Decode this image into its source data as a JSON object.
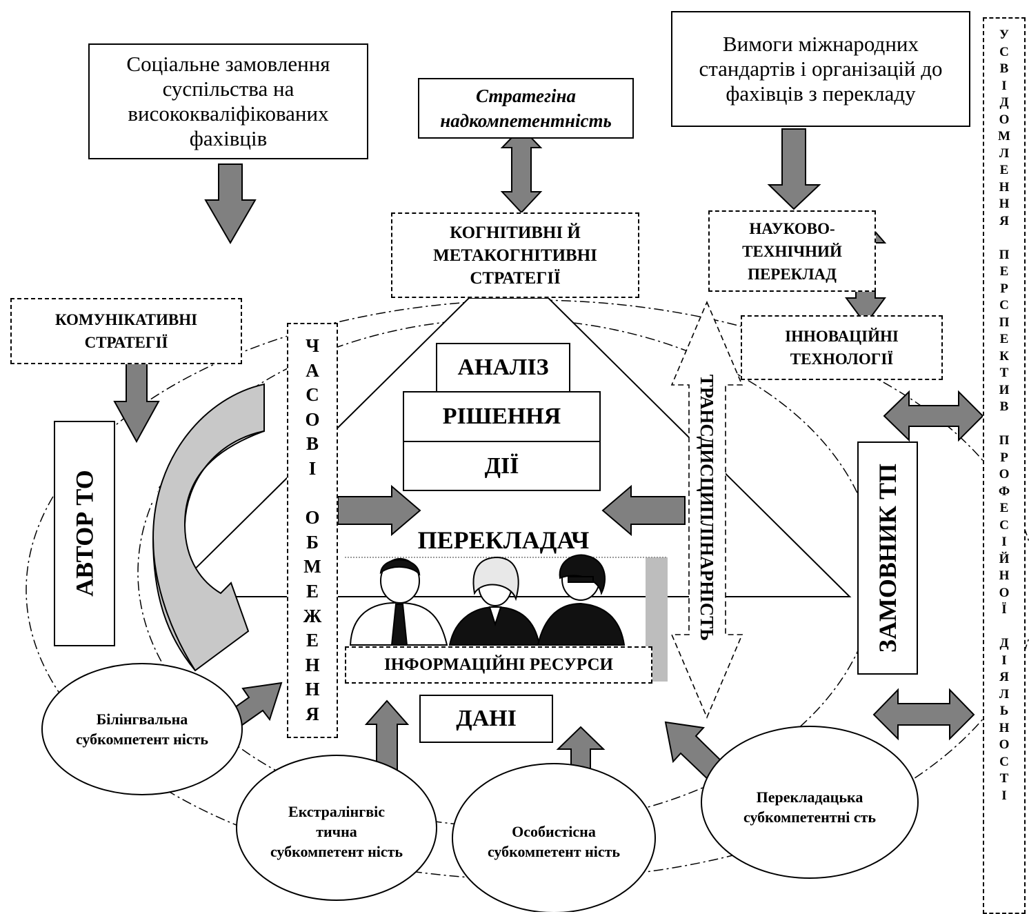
{
  "top_boxes": {
    "social_order": "Соціальне замовлення суспільства на висококваліфікованих фахівців",
    "strategic": "Стратегіна надкомпетентність",
    "international": "Вимоги міжнародних стандартів і організацій до фахівців з перекладу"
  },
  "strategies": {
    "cognitive": "КОГНІТИВНІ Й МЕТАКОГНІТИВНІ СТРАТЕГІЇ",
    "communicative": "КОМУНІКАТИВНІ СТРАТЕГІЇ",
    "scientific": "НАУКОВО-ТЕХНІЧНИЙ ПЕРЕКЛАД",
    "innovative": "ІННОВАЦІЙНІ ТЕХНОЛОГІЇ"
  },
  "pyramid": {
    "analysis": "АНАЛІЗ",
    "decision": "РІШЕННЯ",
    "actions": "ДІЇ",
    "translator": "ПЕРЕКЛАДАЧ",
    "info_resources": "ІНФОРМАЦІЙНІ РЕСУРСИ",
    "data": "ДАНІ"
  },
  "sides": {
    "author": "АВТОР ТО",
    "client": "ЗАМОВНИК ТП",
    "transdisciplinarity": "ТРАНСДИСЦИПЛІНАРНІСТЬ"
  },
  "time_limits": [
    "Ч",
    "А",
    "С",
    "О",
    "В",
    "І",
    "",
    "О",
    "Б",
    "М",
    "Е",
    "Ж",
    "Е",
    "Н",
    "Н",
    "Я"
  ],
  "awareness": [
    "У",
    "С",
    "В",
    "І",
    "Д",
    "О",
    "М",
    "Л",
    "Е",
    "Н",
    "Н",
    "Я",
    "",
    "П",
    "Е",
    "Р",
    "С",
    "П",
    "Е",
    "К",
    "Т",
    "И",
    "В",
    "",
    "П",
    "Р",
    "О",
    "Ф",
    "Е",
    "С",
    "І",
    "Й",
    "Н",
    "О",
    "Ї",
    "",
    "Д",
    "І",
    "Я",
    "Л",
    "Ь",
    "Н",
    "О",
    "С",
    "Т",
    "І"
  ],
  "subcompetences": {
    "bilingual": "Білінгвальна субкомпетент ність",
    "extralinguistic": "Екстралінгвіс тична субкомпетент ність",
    "personal": "Особистісна субкомпетент ність",
    "translational": "Перекладацька субкомпетентні сть"
  },
  "colors": {
    "arrow_fill": "#808080",
    "curved_arrow_fill": "#c8c8c8",
    "stroke": "#000000"
  }
}
